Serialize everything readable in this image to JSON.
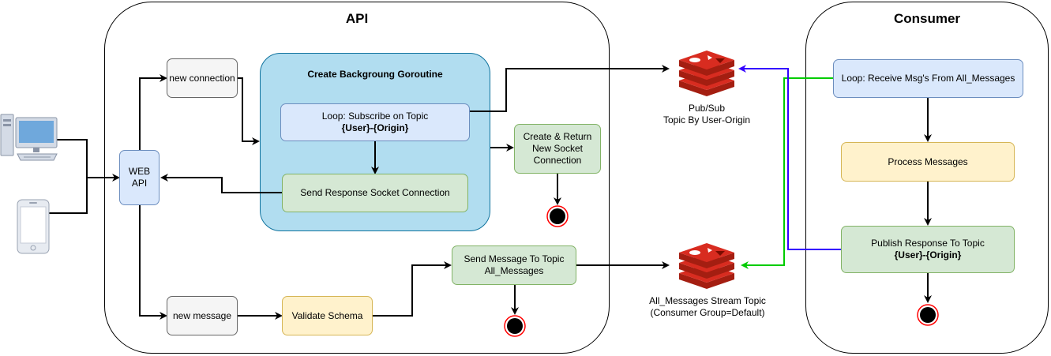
{
  "api": {
    "title": "API"
  },
  "consumer": {
    "title": "Consumer"
  },
  "nodes": {
    "web_api": "WEB\nAPI",
    "new_connection": "new connection",
    "new_message": "new message",
    "validate_schema": "Validate Schema",
    "goroutine_title": "Create Backgroung Goroutine",
    "subscribe_line1": "Loop: Subscribe on Topic",
    "subscribe_line2": "{User}-{Origin}",
    "send_response": "Send Response Socket Connection",
    "create_return": "Create & Return New Socket Connection",
    "send_message": "Send Message To Topic All_Messages",
    "loop_receive": "Loop: Receive Msg's From All_Messages",
    "process_messages": "Process Messages",
    "publish_line1": "Publish Response To Topic",
    "publish_line2": "{User}-{Origin}"
  },
  "labels": {
    "pubsub": "Pub/Sub\nTopic By User-Origin",
    "stream": "All_Messages Stream Topic\n(Consumer Group=Default)"
  },
  "icons": {
    "desktop": "desktop-computer-icon",
    "phone": "smartphone-icon",
    "redis": "redis-icon"
  },
  "colors": {
    "green_line": "#00cc00",
    "blue_line": "#3300ff"
  }
}
